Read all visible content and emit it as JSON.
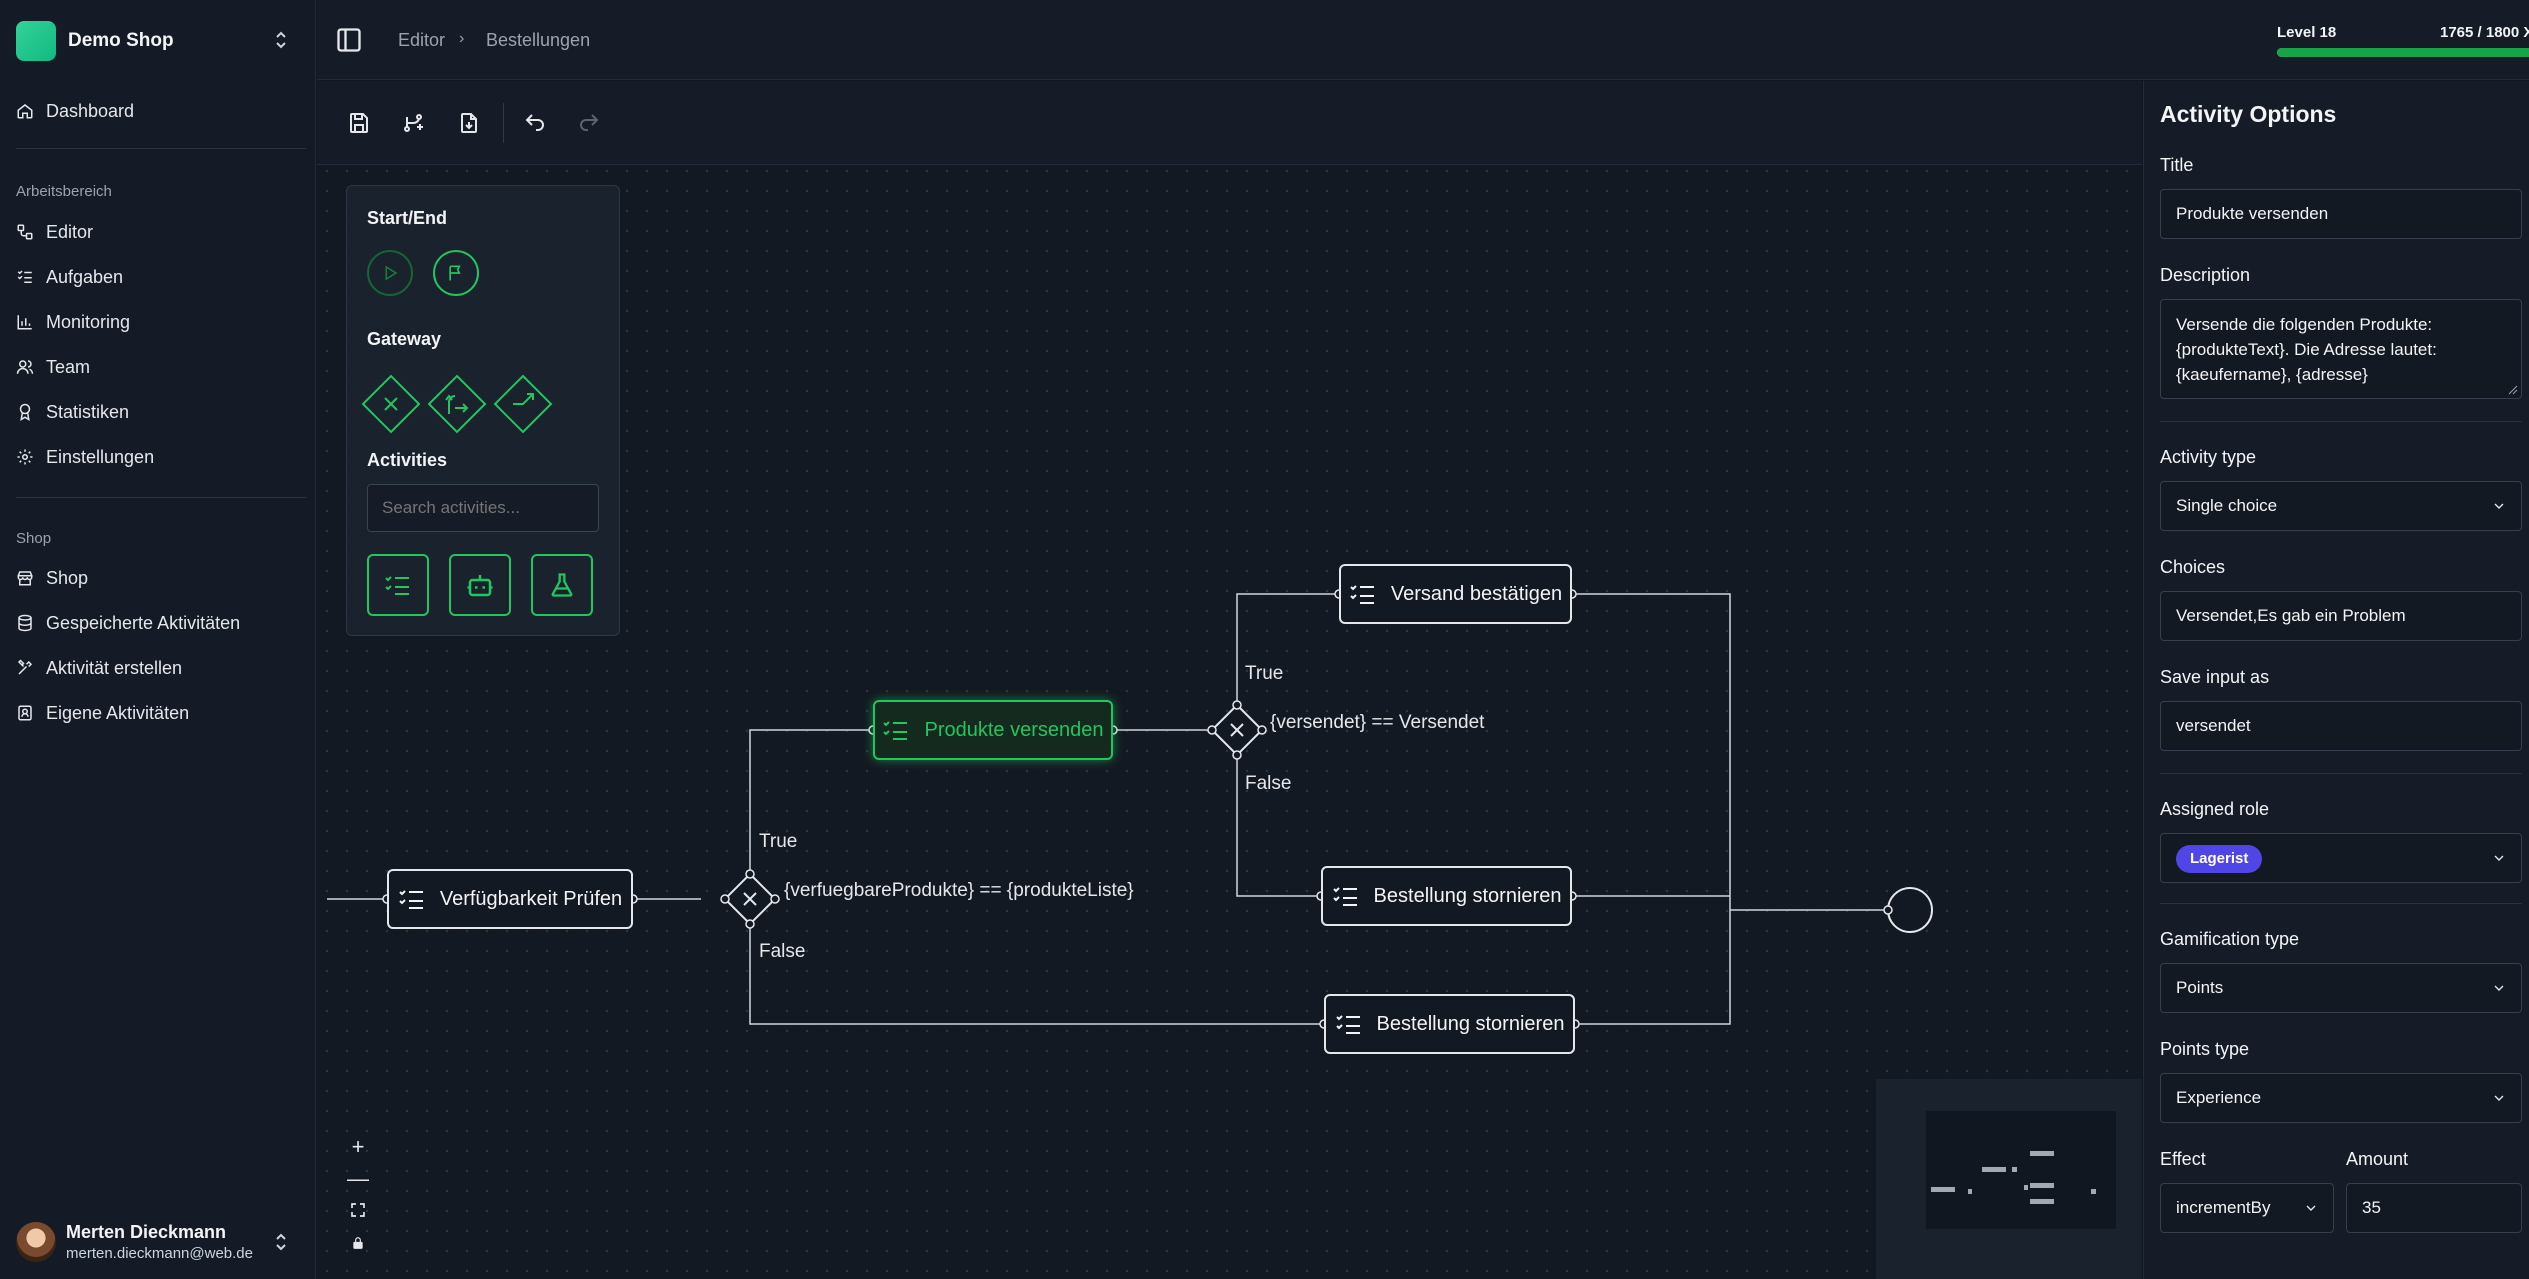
{
  "app": {
    "shop_name": "Demo Shop"
  },
  "sidebar": {
    "dashboard": "Dashboard",
    "section_workspace": "Arbeitsbereich",
    "workspace_items": [
      "Editor",
      "Aufgaben",
      "Monitoring",
      "Team",
      "Statistiken",
      "Einstellungen"
    ],
    "section_shop": "Shop",
    "shop_items": [
      "Shop",
      "Gespeicherte Aktivitäten",
      "Aktivität erstellen",
      "Eigene Aktivitäten"
    ],
    "user": {
      "name": "Merten Dieckmann",
      "email": "merten.dieckmann@web.de"
    }
  },
  "topbar": {
    "breadcrumb": [
      "Editor",
      "Bestellungen"
    ],
    "level": "Level 18",
    "xp": "1765 / 1800 X",
    "xp_progress": 0.98
  },
  "palette": {
    "start_end": "Start/End",
    "gateway": "Gateway",
    "activities": "Activities",
    "search_placeholder": "Search activities..."
  },
  "flow": {
    "nodes": {
      "check": "Verfügbarkeit Prüfen",
      "send": "Produkte versenden",
      "confirm": "Versand bestätigen",
      "cancel_upper": "Bestellung stornieren",
      "cancel_lower": "Bestellung stornieren"
    },
    "labels": {
      "gw1_condition": "{verfuegbareProdukte} == {produkteListe}",
      "gw1_true": "True",
      "gw1_false": "False",
      "gw2_condition": "{versendet} == Versendet",
      "gw2_true": "True",
      "gw2_false": "False"
    }
  },
  "zoom": {
    "plus": "+",
    "minus": "—"
  },
  "panel": {
    "title": "Activity Options",
    "title_label": "Title",
    "title_value": "Produkte versenden",
    "description_label": "Description",
    "description_value": "Versende die folgenden Produkte: {produkteText}. Die Adresse lautet: {kaeufername}, {adresse}",
    "activity_type_label": "Activity type",
    "activity_type_value": "Single choice",
    "choices_label": "Choices",
    "choices_value": "Versendet,Es gab ein Problem",
    "save_input_label": "Save input as",
    "save_input_value": "versendet",
    "assigned_role_label": "Assigned role",
    "assigned_role_value": "Lagerist",
    "gamification_label": "Gamification type",
    "gamification_value": "Points",
    "points_type_label": "Points type",
    "points_type_value": "Experience",
    "effect_label": "Effect",
    "effect_value": "incrementBy",
    "amount_label": "Amount",
    "amount_value": "35"
  },
  "colors": {
    "accent": "#22c55e",
    "role_badge": "#4f46e5",
    "background": "#131922"
  }
}
